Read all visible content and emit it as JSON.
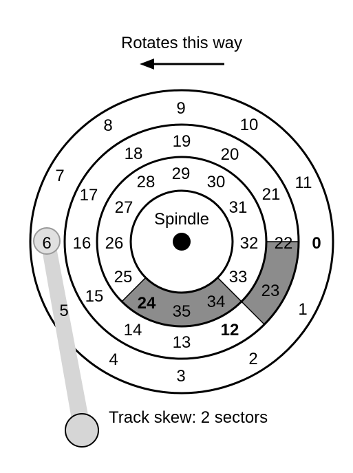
{
  "rotation_label": "Rotates this way",
  "spindle_label": "Spindle",
  "skew_label": "Track skew: 2 sectors",
  "outer_track": [
    "0",
    "1",
    "2",
    "3",
    "4",
    "5",
    "6",
    "7",
    "8",
    "9",
    "10",
    "11"
  ],
  "middle_track": [
    "12",
    "13",
    "14",
    "15",
    "16",
    "17",
    "18",
    "19",
    "20",
    "21",
    "22",
    "23"
  ],
  "inner_track": [
    "24",
    "25",
    "26",
    "27",
    "28",
    "29",
    "30",
    "31",
    "32",
    "33",
    "34",
    "35"
  ],
  "bold_sectors": [
    "0",
    "12",
    "24"
  ],
  "shaded_sectors": [
    "23",
    "35"
  ],
  "colors": {
    "shade": "#8c8c8c",
    "arm": "#d6d6d6",
    "stroke": "#000000"
  }
}
